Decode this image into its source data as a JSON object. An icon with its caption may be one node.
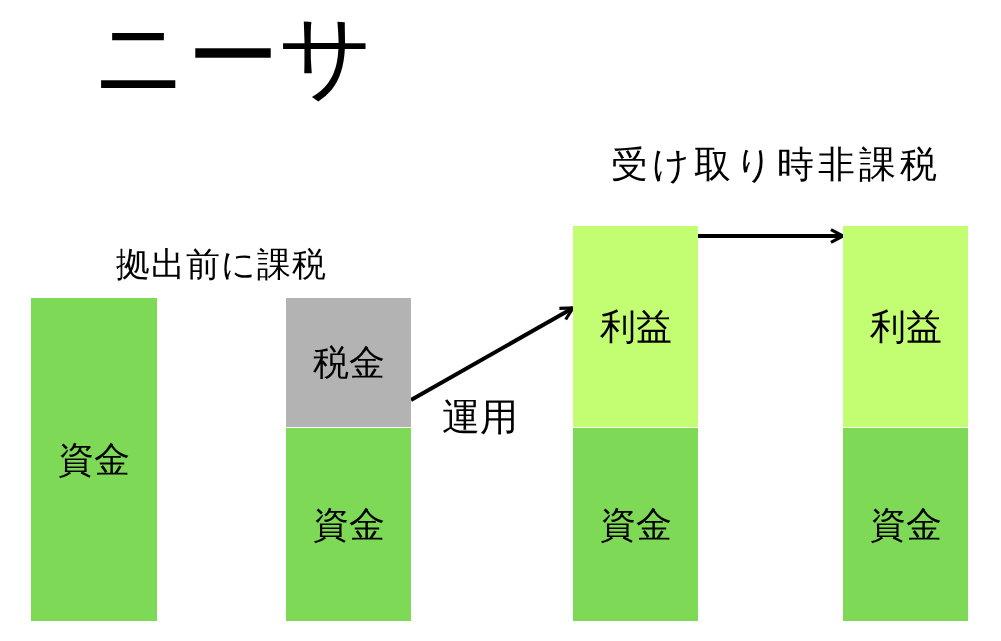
{
  "diagram": {
    "title": "ニーサ",
    "nodes": [
      {
        "text": [
          "資金"
        ]
      },
      {
        "text": [
          "税金"
        ]
      },
      {
        "text": [
          "資金"
        ]
      },
      {
        "text": [
          "利益"
        ]
      },
      {
        "text": [
          "資金"
        ]
      },
      {
        "text": [
          "利益"
        ]
      },
      {
        "text": [
          "資金"
        ]
      }
    ],
    "edges": [
      {
        "from": 1,
        "to": 3,
        "arrow": "to",
        "label": "運用"
      },
      {
        "from": 3,
        "to": 5,
        "arrow": "to"
      }
    ],
    "labels": [
      "拠出前に課税",
      "受け取り時非課税"
    ]
  }
}
